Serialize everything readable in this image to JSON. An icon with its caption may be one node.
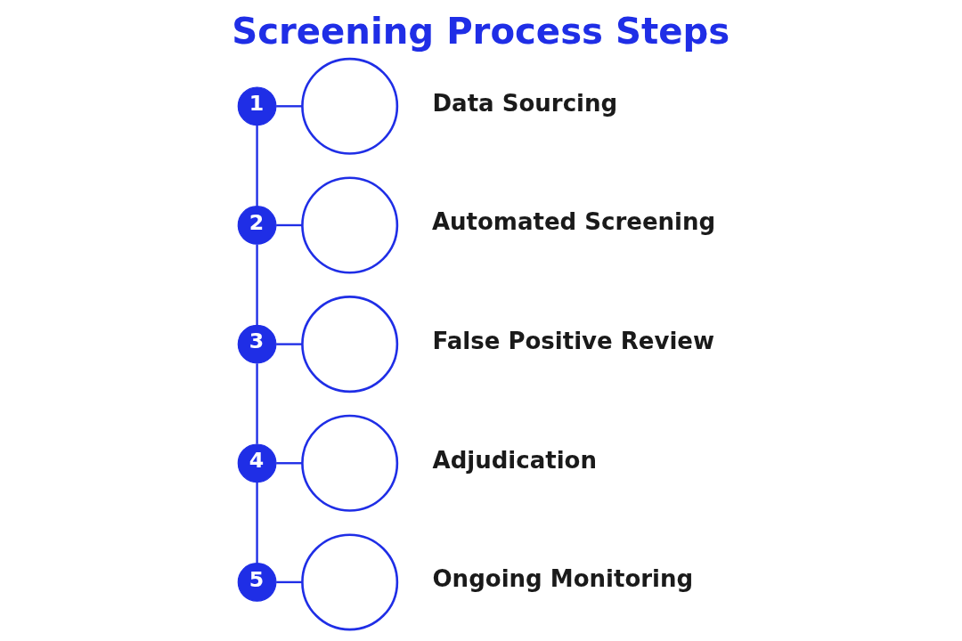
{
  "diagram": {
    "title": "Screening Process Steps",
    "nodes": [
      {
        "text": [
          "1"
        ]
      },
      {
        "text": [],
        "shape": "circle",
        "beside": [
          "Data Sourcing"
        ]
      },
      {
        "text": [
          "2"
        ]
      },
      {
        "text": [],
        "shape": "circle",
        "beside": [
          "Automated Screening"
        ]
      },
      {
        "text": [
          "3"
        ]
      },
      {
        "text": [],
        "shape": "circle",
        "beside": [
          "False Positive Review"
        ]
      },
      {
        "text": [
          "4"
        ]
      },
      {
        "text": [],
        "shape": "circle",
        "beside": [
          "Adjudication"
        ]
      },
      {
        "text": [
          "5"
        ]
      },
      {
        "text": [],
        "shape": "circle",
        "beside": [
          "Ongoing Monitoring"
        ]
      }
    ],
    "edges": [
      {
        "from": 0,
        "to": 1,
        "arrow": "none"
      },
      {
        "from": 0,
        "to": 2,
        "arrow": "none"
      },
      {
        "from": 2,
        "to": 3,
        "arrow": "none"
      },
      {
        "from": 2,
        "to": 4,
        "arrow": "none"
      },
      {
        "from": 4,
        "to": 5,
        "arrow": "none"
      },
      {
        "from": 4,
        "to": 6,
        "arrow": "none"
      },
      {
        "from": 6,
        "to": 7,
        "arrow": "none"
      },
      {
        "from": 6,
        "to": 8,
        "arrow": "none"
      },
      {
        "from": 8,
        "to": 9,
        "arrow": "none"
      }
    ]
  }
}
